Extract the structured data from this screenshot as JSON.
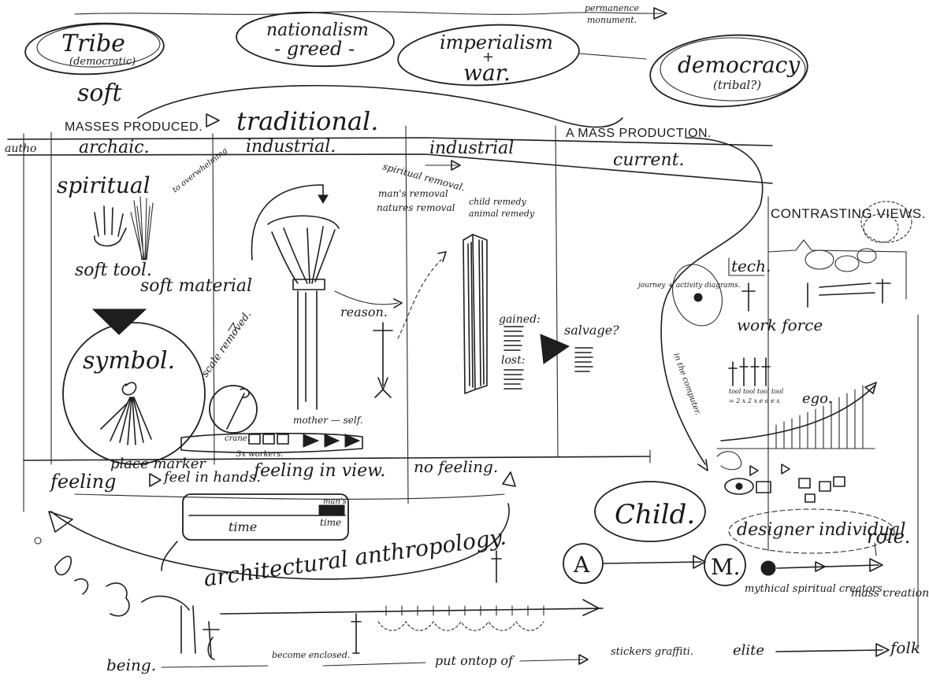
{
  "top_row": {
    "tribe": "Tribe",
    "tribe_sub": "(democratic)",
    "nationalism": "nationalism",
    "greed": "- greed -",
    "imperialism": "imperialism",
    "plus": "+",
    "war": "war.",
    "democracy": "democracy",
    "tribal_q": "(tribal?)",
    "permanence": "permanence",
    "monument": "monument."
  },
  "soft": "soft",
  "masses_produced": "MASSES PRODUCED.",
  "traditional": "traditional.",
  "mass_production": "A MASS PRODUCTION.",
  "author": "autho",
  "eras": {
    "archaic": "archaic.",
    "industrial_1": "industrial.",
    "industrial_2": "industrial",
    "current": "current."
  },
  "left_column": {
    "spiritual": "spiritual",
    "to_overwhelming": "to overwhelming",
    "soft_tool": "soft tool.",
    "soft_material": "soft material",
    "symbol": "symbol.",
    "scale_removed": "scale removed."
  },
  "middle": {
    "reason": "reason.",
    "spiritual_removal": "spiritual removal.",
    "man_removal": "man's removal",
    "natures_removal": "natures removal",
    "child_remedy": "child remedy",
    "animal_remedy": "animal remedy",
    "gained": "gained:",
    "lost": "lost:",
    "salvage": "salvage?",
    "mother_self": "mother — self.",
    "crane": "crane.",
    "3x_workers": "3x workers."
  },
  "feeling_row": {
    "place_marker": "place marker",
    "feeling": "feeling",
    "feel_in_hands": "feel in hands.",
    "feeling_in_view": "feeling in view.",
    "no_feeling": "no feeling."
  },
  "time_box": {
    "time_left": "time",
    "time_right": "time",
    "man_label": "man's"
  },
  "architectural_anthropology": "architectural anthropology.",
  "right_side": {
    "contrasting_views": "CONTRASTING VIEWS.",
    "tech": "tech.",
    "journey_diagrams": "journey + activity diagrams.",
    "work_force": "work force",
    "in_the_computer": "in the computer.",
    "ego": "ego.",
    "tool_labels": "tool tool tool tool",
    "tool_sub": "= 2 x 2 x e e e s",
    "child": "Child.",
    "designer_individual": "designer individual",
    "role": "role.",
    "A": "A",
    "M": "M.",
    "mythical_spiritual_creators": "mythical spiritual creators.",
    "mass_creation": "mass creation.",
    "elite": "elite",
    "folk": "folk"
  },
  "bottom_row": {
    "being": "being.",
    "become_enclosed": "become enclosed.",
    "put_ontop_of": "put ontop of",
    "stickers_graffiti": "stickers graffiti."
  }
}
